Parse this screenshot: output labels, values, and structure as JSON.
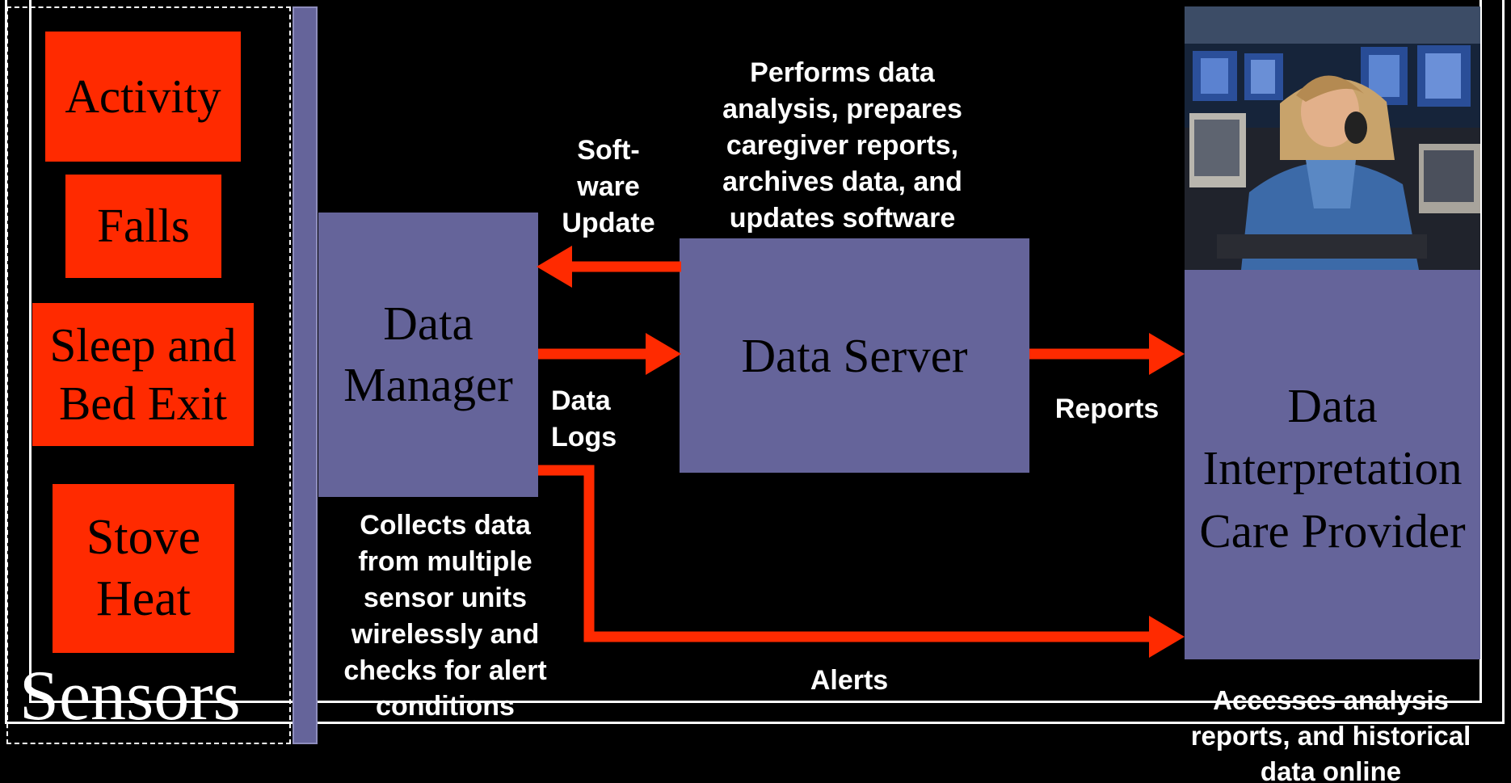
{
  "sensors": {
    "items": [
      {
        "label": "Activity"
      },
      {
        "label": "Falls"
      },
      {
        "label": "Sleep and\nBed Exit"
      },
      {
        "label": "Stove\nHeat"
      }
    ],
    "group_label": "Sensors"
  },
  "data_manager": {
    "label": "Data\nManager",
    "description": "Collects data\nfrom multiple\nsensor units\nwirelessly and\nchecks for alert\nconditions"
  },
  "data_server": {
    "label": "Data Server",
    "description": "Performs data\nanalysis, prepares\ncaregiver reports,\narchives data, and\nupdates software"
  },
  "care_provider": {
    "label": "Data\nInterpretation\nCare Provider",
    "description": "Accesses analysis\nreports, and historical\ndata online"
  },
  "flows": {
    "software_update": "Soft-\nware\nUpdate",
    "data_logs": "Data\nLogs",
    "reports": "Reports",
    "alerts": "Alerts"
  },
  "colors": {
    "sensor_fill": "#ff2a00",
    "box_fill": "#65649a",
    "arrow": "#ff2a00",
    "background": "#000000"
  }
}
